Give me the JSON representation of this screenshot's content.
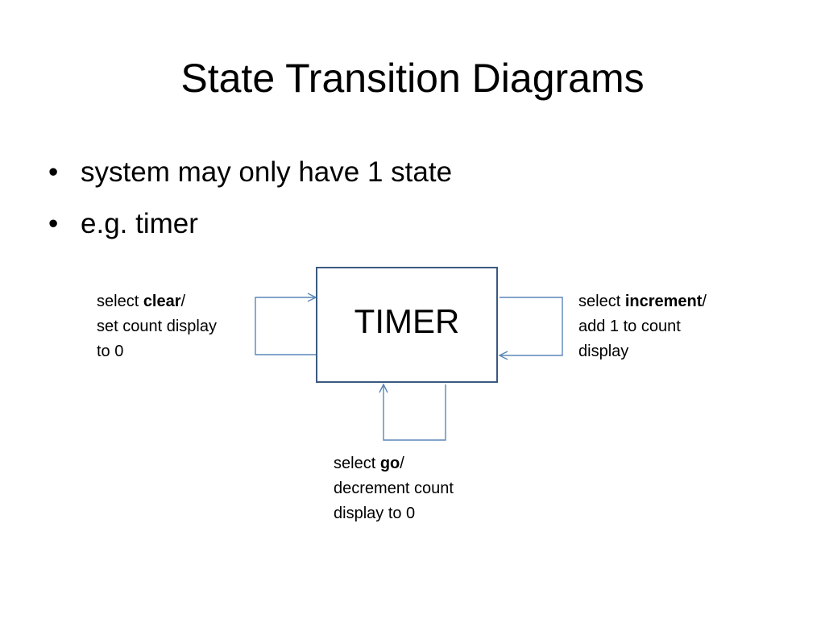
{
  "slide": {
    "title": "State Transition Diagrams",
    "bullets": [
      {
        "symbol": "•",
        "text": "system may only have 1 state"
      },
      {
        "symbol": "•",
        "text": "e.g. timer"
      }
    ]
  },
  "diagram": {
    "state": {
      "label": "TIMER"
    },
    "colors": {
      "state_border": "#3b5a80",
      "transition_arrow": "#5b86b8"
    },
    "transitions": [
      {
        "id": "clear",
        "prefix": "select ",
        "event": "clear",
        "separator": "/",
        "action_lines": [
          "set count display",
          "to 0"
        ]
      },
      {
        "id": "increment",
        "prefix": "select ",
        "event": "increment",
        "separator": "/",
        "action_lines": [
          "add 1 to count",
          "display"
        ]
      },
      {
        "id": "go",
        "prefix": "select ",
        "event": "go",
        "separator": "/",
        "action_lines": [
          "decrement count",
          "display to 0"
        ]
      }
    ]
  }
}
